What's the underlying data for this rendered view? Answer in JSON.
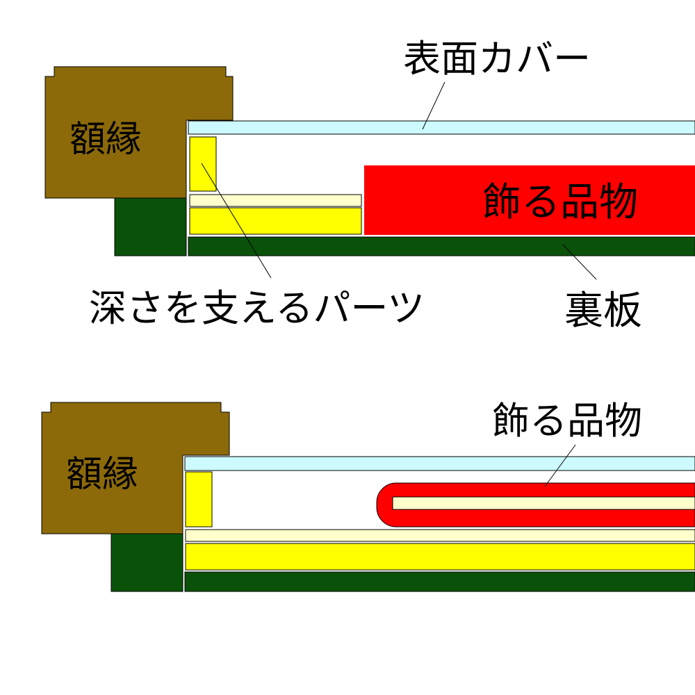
{
  "diagram_top": {
    "frame_label": "額縁",
    "cover_label": "表面カバー",
    "item_label": "飾る品物",
    "spacer_label": "深さを支えるパーツ",
    "backboard_label": "裏板"
  },
  "diagram_bottom": {
    "frame_label": "額縁",
    "item_label": "飾る品物"
  },
  "colors": {
    "frame": "#8c6a0a",
    "frame_dark": "#0a520a",
    "cover": "#ccfaff",
    "spacer": "#ffff00",
    "mat": "#ffffcc",
    "item": "#ff0000",
    "backboard": "#0a520a",
    "outline": "#000000",
    "background": "#ffffff"
  }
}
